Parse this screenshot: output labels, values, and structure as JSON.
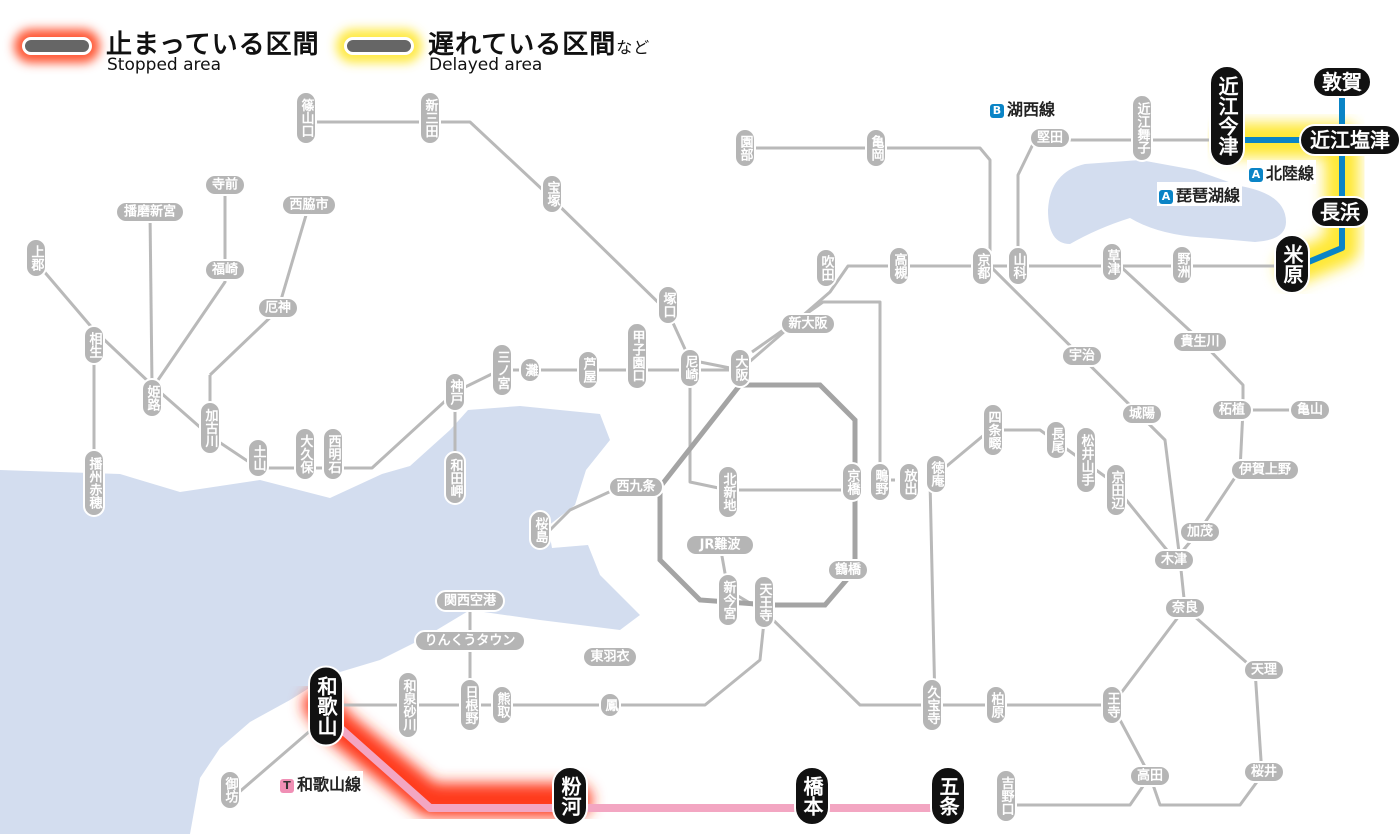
{
  "legend": {
    "stopped": {
      "title": "止まっている区間",
      "subtitle": "Stopped area"
    },
    "delayed": {
      "title": "遅れている区間",
      "title_suffix": "など",
      "subtitle": "Delayed area"
    }
  },
  "line_tags": {
    "kosei": {
      "badge": "B",
      "name": "湖西線"
    },
    "hokuriku": {
      "badge": "A",
      "name": "北陸線"
    },
    "biwako": {
      "badge": "A",
      "name": "琵琶湖線"
    },
    "wakayama": {
      "badge": "T",
      "name": "和歌山線"
    }
  },
  "colors": {
    "water": "#d3ddef",
    "track": "#b9b9b9",
    "loop_track": "#a4a4a4",
    "station_pill": "#b5b5b5",
    "major_station": "#111111",
    "stopped_glow": "#ff3a1a",
    "delayed_glow": "#ffe835",
    "hokuriku_line": "#0a84c6",
    "wakayama_line": "#f3a6c2"
  },
  "stations": [
    {
      "label": "篠山口",
      "key": "sasayamaguchi"
    },
    {
      "label": "新三田",
      "key": "shinsanda"
    },
    {
      "label": "宝塚",
      "key": "takarazuka"
    },
    {
      "label": "寺前",
      "key": "teramae"
    },
    {
      "label": "播磨新宮",
      "key": "harimashingu"
    },
    {
      "label": "西脇市",
      "key": "nishiwakishi"
    },
    {
      "label": "上郡",
      "key": "kamigori"
    },
    {
      "label": "福崎",
      "key": "fukusaki"
    },
    {
      "label": "厄神",
      "key": "yakujin"
    },
    {
      "label": "相生",
      "key": "aioi"
    },
    {
      "label": "姫路",
      "key": "himeji"
    },
    {
      "label": "加古川",
      "key": "kakogawa"
    },
    {
      "label": "土山",
      "key": "tsuchiyama"
    },
    {
      "label": "大久保",
      "key": "okubo"
    },
    {
      "label": "西明石",
      "key": "nishiakashi"
    },
    {
      "label": "播州赤穂",
      "key": "banshuako"
    },
    {
      "label": "神戸",
      "key": "kobe"
    },
    {
      "label": "和田岬",
      "key": "wadamisaki"
    },
    {
      "label": "三ノ宮",
      "key": "sannomiya"
    },
    {
      "label": "灘",
      "key": "nada"
    },
    {
      "label": "芦屋",
      "key": "ashiya"
    },
    {
      "label": "甲子園口",
      "key": "koshienguchi"
    },
    {
      "label": "塚口",
      "key": "tsukaguchi"
    },
    {
      "label": "尼崎",
      "key": "amagasaki"
    },
    {
      "label": "大阪",
      "key": "osaka"
    },
    {
      "label": "新大阪",
      "key": "shinosaka"
    },
    {
      "label": "吹田",
      "key": "suita"
    },
    {
      "label": "高槻",
      "key": "takatsuki"
    },
    {
      "label": "園部",
      "key": "sonobe"
    },
    {
      "label": "亀岡",
      "key": "kameoka"
    },
    {
      "label": "京都",
      "key": "kyoto"
    },
    {
      "label": "山科",
      "key": "yamashina"
    },
    {
      "label": "堅田",
      "key": "katata"
    },
    {
      "label": "近江舞子",
      "key": "omimaiko"
    },
    {
      "label": "近江今津",
      "key": "omiimazu"
    },
    {
      "label": "敦賀",
      "key": "tsuruga"
    },
    {
      "label": "近江塩津",
      "key": "omishiotsu"
    },
    {
      "label": "長浜",
      "key": "nagahama"
    },
    {
      "label": "米原",
      "key": "maibara"
    },
    {
      "label": "草津",
      "key": "kusatsu"
    },
    {
      "label": "野洲",
      "key": "yasu"
    },
    {
      "label": "宇治",
      "key": "uji"
    },
    {
      "label": "貴生川",
      "key": "kibukawa"
    },
    {
      "label": "柘植",
      "key": "tsuge"
    },
    {
      "label": "亀山",
      "key": "kameyama"
    },
    {
      "label": "城陽",
      "key": "joyo"
    },
    {
      "label": "伊賀上野",
      "key": "igaueno"
    },
    {
      "label": "加茂",
      "key": "kamo"
    },
    {
      "label": "木津",
      "key": "kizu"
    },
    {
      "label": "奈良",
      "key": "nara"
    },
    {
      "label": "天理",
      "key": "tenri"
    },
    {
      "label": "桜井",
      "key": "sakurai"
    },
    {
      "label": "四条畷",
      "key": "shijonawate"
    },
    {
      "label": "長尾",
      "key": "nagao"
    },
    {
      "label": "松井山手",
      "key": "matsuiyamate"
    },
    {
      "label": "京田辺",
      "key": "kyotanabe"
    },
    {
      "label": "徳庵",
      "key": "tokuan"
    },
    {
      "label": "放出",
      "key": "hanaten"
    },
    {
      "label": "鴫野",
      "key": "shigino"
    },
    {
      "label": "京橋",
      "key": "kyobashi"
    },
    {
      "label": "北新地",
      "key": "kitashinchi"
    },
    {
      "label": "西九条",
      "key": "nishikujo"
    },
    {
      "label": "桜島",
      "key": "sakurajima"
    },
    {
      "label": "JR難波",
      "key": "jrnamba"
    },
    {
      "label": "新今宮",
      "key": "shinimamiya"
    },
    {
      "label": "天王寺",
      "key": "tennoji"
    },
    {
      "label": "鶴橋",
      "key": "tsuruhashi"
    },
    {
      "label": "関西空港",
      "key": "kansaikuko"
    },
    {
      "label": "りんくうタウン",
      "key": "rinkutown"
    },
    {
      "label": "東羽衣",
      "key": "higashihagoromo"
    },
    {
      "label": "鳳",
      "key": "otori"
    },
    {
      "label": "和泉砂川",
      "key": "izumisunagawa"
    },
    {
      "label": "日根野",
      "key": "hineno"
    },
    {
      "label": "熊取",
      "key": "kumatori"
    },
    {
      "label": "和歌山",
      "key": "wakayama"
    },
    {
      "label": "御坊",
      "key": "gobo"
    },
    {
      "label": "粉河",
      "key": "kokawa"
    },
    {
      "label": "橋本",
      "key": "hashimoto"
    },
    {
      "label": "五条",
      "key": "gojo"
    },
    {
      "label": "吉野口",
      "key": "yoshinoguchi"
    },
    {
      "label": "高田",
      "key": "takada"
    },
    {
      "label": "王寺",
      "key": "oji"
    },
    {
      "label": "柏原",
      "key": "kashiwara"
    },
    {
      "label": "久宝寺",
      "key": "kyuhoji"
    }
  ]
}
